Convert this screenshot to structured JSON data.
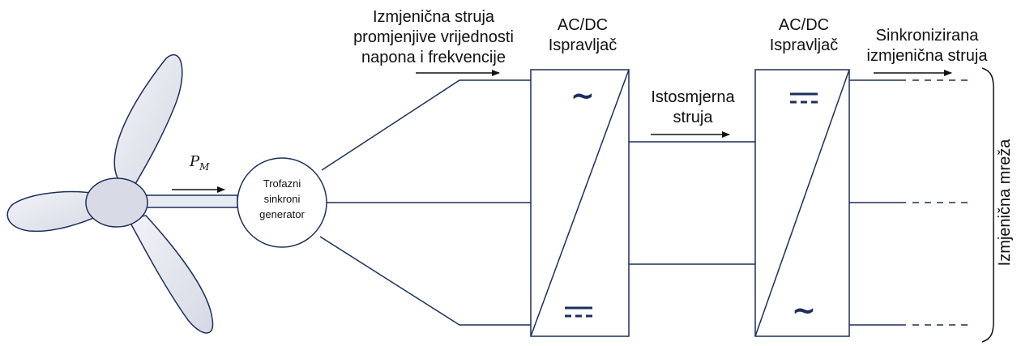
{
  "diagram": {
    "label_ac_input": [
      "Izmjenična struja",
      "promjenjive vrijednosti",
      "napona i frekvencije"
    ],
    "rectifier1_title": [
      "AC/DC",
      "Ispravljač"
    ],
    "rectifier2_title": [
      "AC/DC",
      "Ispravljač"
    ],
    "label_dc": [
      "Istosmjerna",
      "struja"
    ],
    "label_sync": [
      "Sinkronizirana",
      "izmjenična struja"
    ],
    "generator_label": [
      "Trofazni",
      "sinkroni",
      "generator"
    ],
    "power_symbol": "P",
    "power_subscript": "M",
    "grid_label": "Izmjenična mreža",
    "symbol_ac": "~"
  },
  "colors": {
    "blade_fill": "#e4e6ef",
    "line": "#1c2f5a",
    "text": "#111111"
  }
}
